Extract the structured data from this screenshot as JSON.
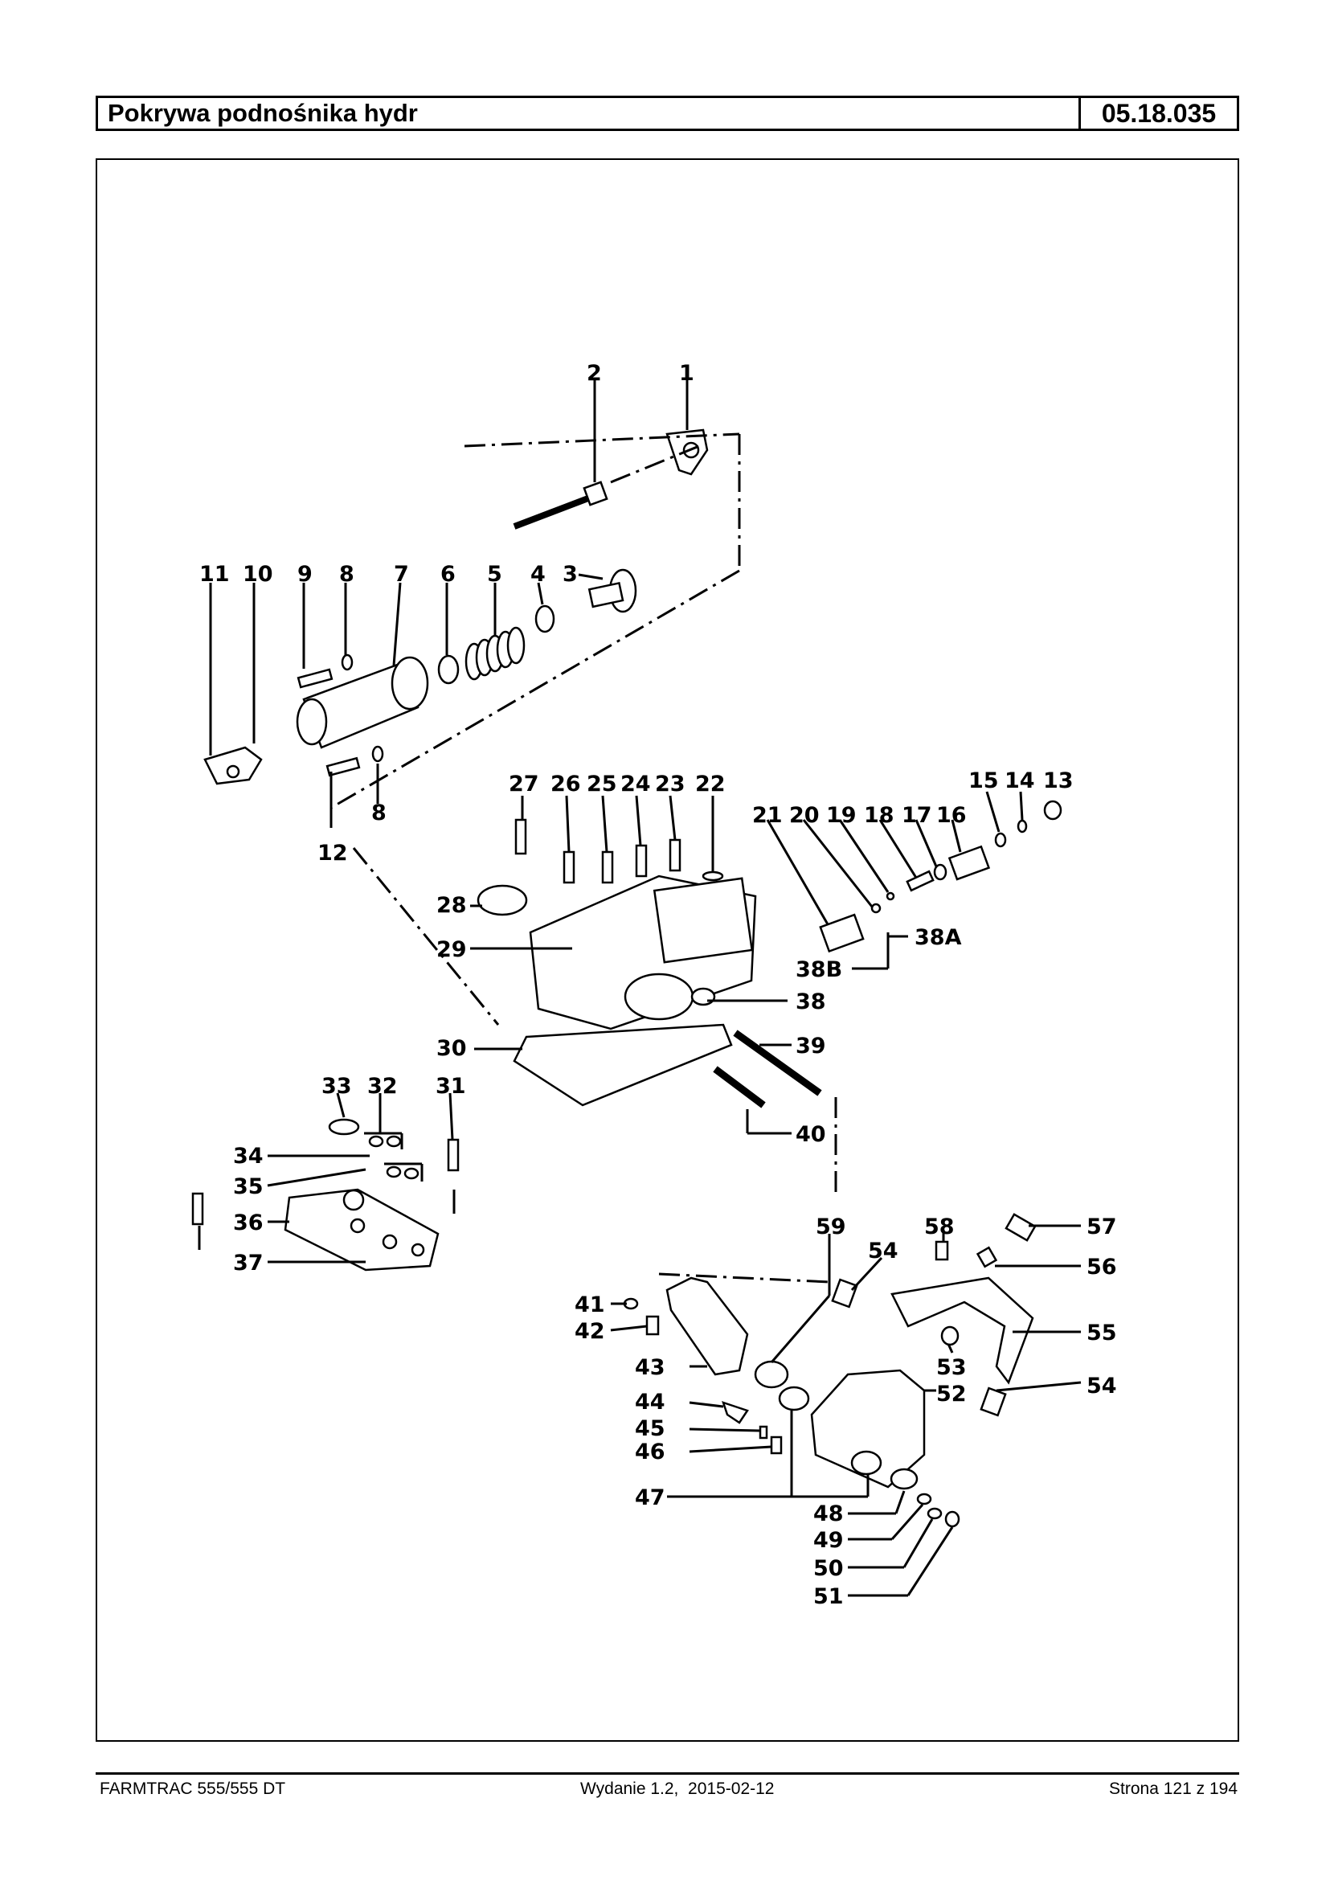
{
  "header": {
    "title": "Pokrywa podnośnika hydr",
    "code": "05.18.035"
  },
  "footer": {
    "left": "FARMTRAC 555/555 DT",
    "center": "Wydanie 1.2,  2015-02-12",
    "right": "Strona 121 z 194"
  },
  "labels": {
    "n1": "1",
    "n2": "2",
    "n3": "3",
    "n4": "4",
    "n5": "5",
    "n6": "6",
    "n7": "7",
    "n8a": "8",
    "n8b": "8",
    "n9": "9",
    "n10": "10",
    "n11": "11",
    "n12": "12",
    "n13": "13",
    "n14": "14",
    "n15": "15",
    "n16": "16",
    "n17": "17",
    "n18": "18",
    "n19": "19",
    "n20": "20",
    "n21": "21",
    "n22": "22",
    "n23": "23",
    "n24": "24",
    "n25": "25",
    "n26": "26",
    "n27": "27",
    "n28": "28",
    "n29": "29",
    "n30": "30",
    "n31": "31",
    "n32": "32",
    "n33": "33",
    "n34": "34",
    "n35": "35",
    "n36": "36",
    "n37": "37",
    "n38": "38",
    "n38a": "38A",
    "n38b": "38B",
    "n39": "39",
    "n40": "40",
    "n41": "41",
    "n42": "42",
    "n43": "43",
    "n44": "44",
    "n45": "45",
    "n46": "46",
    "n47": "47",
    "n48": "48",
    "n49": "49",
    "n50": "50",
    "n51": "51",
    "n52": "52",
    "n53": "53",
    "n54a": "54",
    "n54b": "54",
    "n55": "55",
    "n56": "56",
    "n57": "57",
    "n58": "58",
    "n59": "59"
  }
}
